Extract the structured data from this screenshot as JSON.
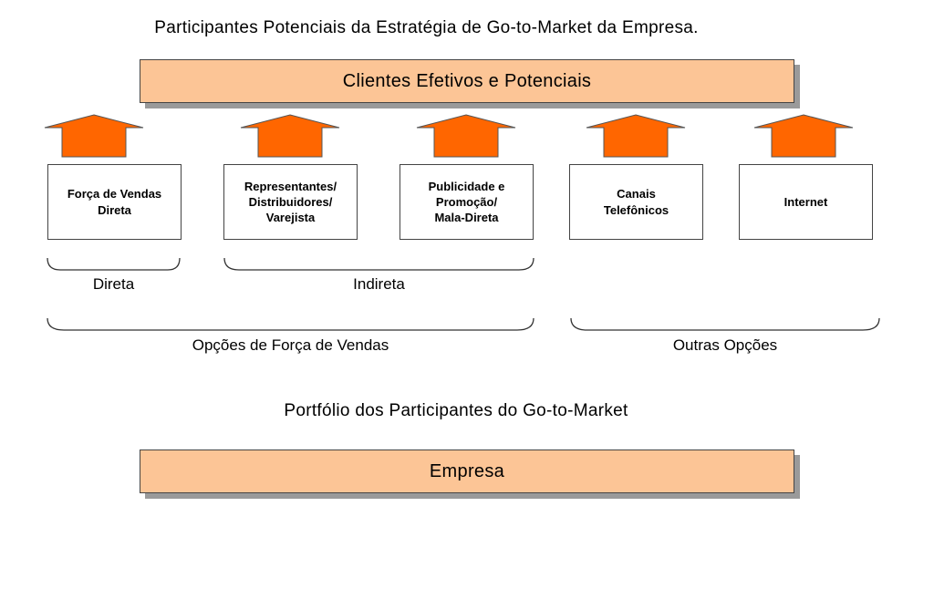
{
  "title": "Participantes Potenciais da Estratégia de Go-to-Market da Empresa.",
  "top_banner": "Clientes Efetivos e Potenciais",
  "boxes": [
    {
      "lines": [
        "Força de Vendas",
        "Direta"
      ]
    },
    {
      "lines": [
        "Representantes/",
        "Distribuidores/",
        "Varejista"
      ]
    },
    {
      "lines": [
        "Publicidade e",
        "Promoção/",
        "Mala-Direta"
      ]
    },
    {
      "lines": [
        "Canais",
        "Telefônicos"
      ]
    },
    {
      "lines": [
        "Internet"
      ]
    }
  ],
  "group_labels": {
    "direta": "Direta",
    "indireta": "Indireta",
    "opcoes_forca_vendas": "Opções de Força de Vendas",
    "outras_opcoes": "Outras Opções"
  },
  "subtitle": "Portfólio dos Participantes do Go-to-Market",
  "bottom_banner": "Empresa",
  "colors": {
    "banner_fill": "#fcc596",
    "arrow_fill": "#ff6600",
    "shadow": "#9a9a9a"
  }
}
